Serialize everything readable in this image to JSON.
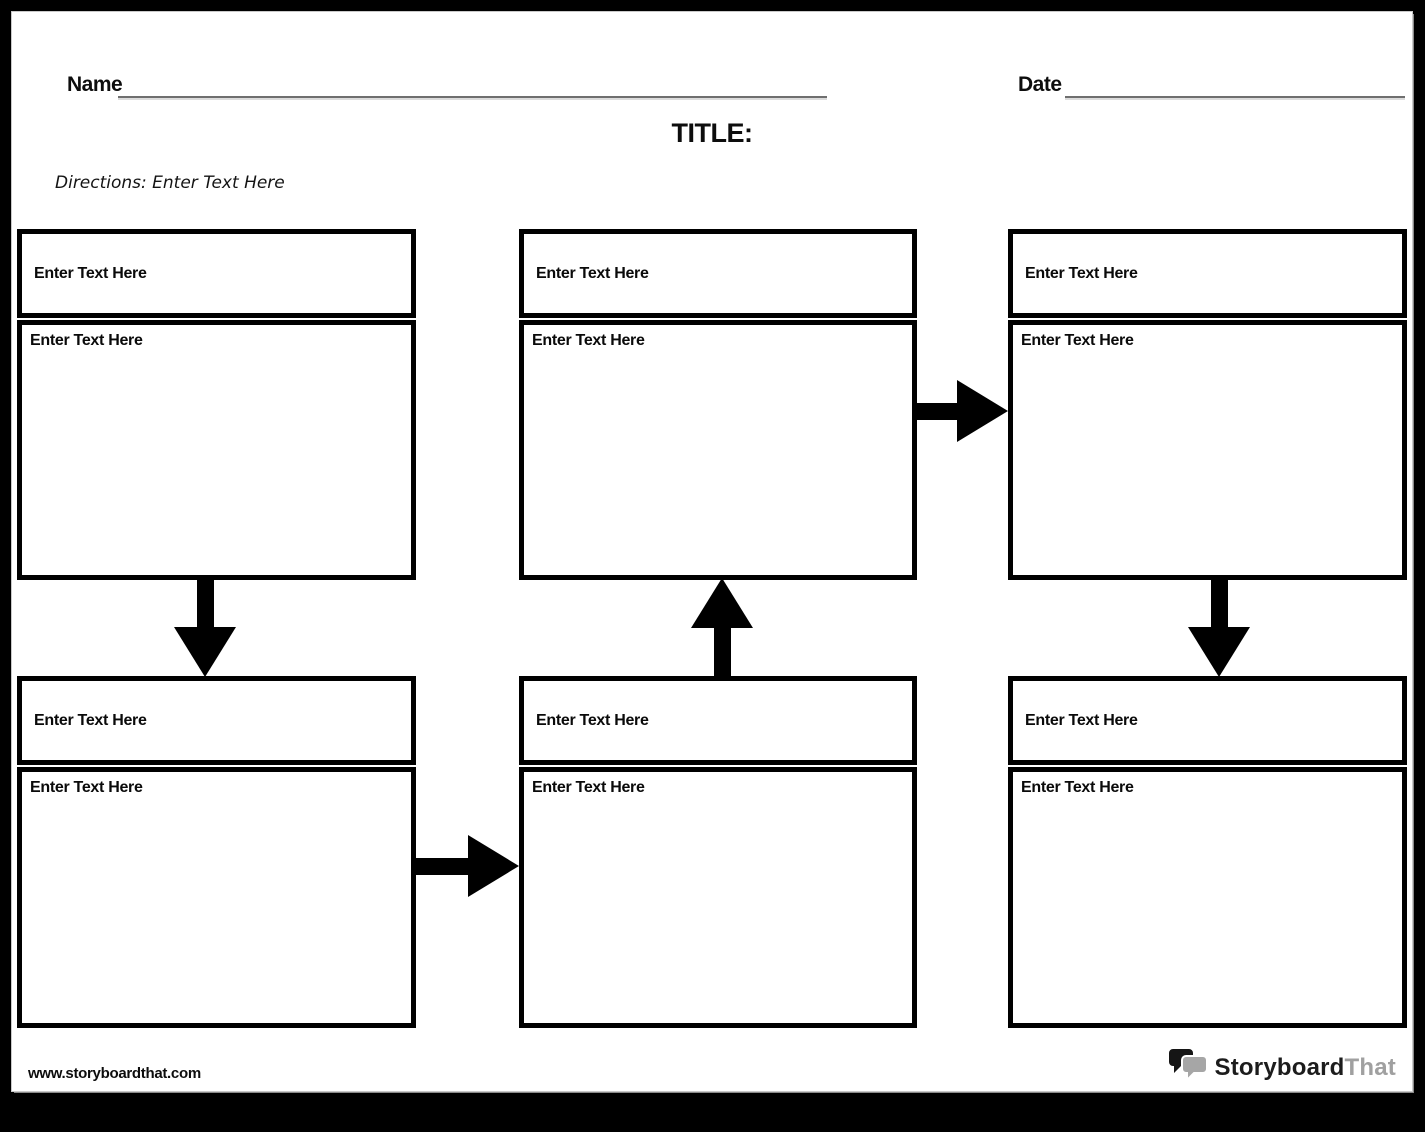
{
  "header": {
    "name_label": "Name",
    "date_label": "Date",
    "title": "TITLE:",
    "directions": "Directions: Enter Text Here"
  },
  "boxes": [
    {
      "position": "top-left",
      "header": "Enter Text Here",
      "body": "Enter Text Here"
    },
    {
      "position": "top-middle",
      "header": "Enter Text Here",
      "body": "Enter Text Here"
    },
    {
      "position": "top-right",
      "header": "Enter Text Here",
      "body": "Enter Text Here"
    },
    {
      "position": "bottom-left",
      "header": "Enter Text Here",
      "body": "Enter Text Here"
    },
    {
      "position": "bottom-middle",
      "header": "Enter Text Here",
      "body": "Enter Text Here"
    },
    {
      "position": "bottom-right",
      "header": "Enter Text Here",
      "body": "Enter Text Here"
    }
  ],
  "arrows": [
    {
      "name": "arrow-down-left",
      "direction": "down",
      "from": "top-left",
      "to": "bottom-left"
    },
    {
      "name": "arrow-right-bottom",
      "direction": "right",
      "from": "bottom-left",
      "to": "bottom-middle"
    },
    {
      "name": "arrow-up-middle",
      "direction": "up",
      "from": "bottom-middle",
      "to": "top-middle"
    },
    {
      "name": "arrow-right-top",
      "direction": "right",
      "from": "top-middle",
      "to": "top-right"
    },
    {
      "name": "arrow-down-right",
      "direction": "down",
      "from": "top-right",
      "to": "bottom-right"
    }
  ],
  "footer": {
    "url": "www.storyboardthat.com",
    "logo": {
      "icon": "speech-bubbles-icon",
      "brand": "Storyboard",
      "suffix": "That"
    }
  },
  "colors": {
    "frame": "#000000",
    "box_border": "#000000",
    "underline_gray": "#6f6f6f",
    "logo_gray": "#a0a0a0"
  }
}
